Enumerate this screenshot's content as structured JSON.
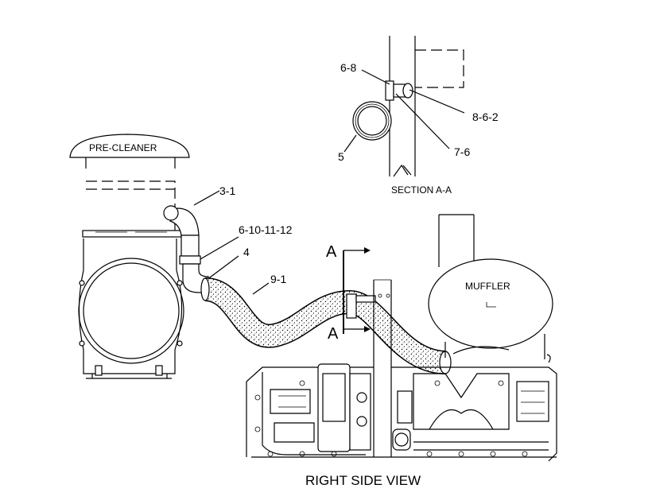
{
  "labels": {
    "pre_cleaner": "PRE-CLEANER",
    "muffler": "MUFFLER",
    "section_title": "SECTION A-A",
    "view_title": "RIGHT SIDE VIEW",
    "section_arrow_top": "A",
    "section_arrow_bottom": "A"
  },
  "callouts": {
    "c_6_8": "6-8",
    "c_8_6_2": "8-6-2",
    "c_7_6": "7-6",
    "c_5": "5",
    "c_3_1": "3-1",
    "c_6_10_11_12": "6-10-11-12",
    "c_4": "4",
    "c_9_1": "9-1"
  }
}
